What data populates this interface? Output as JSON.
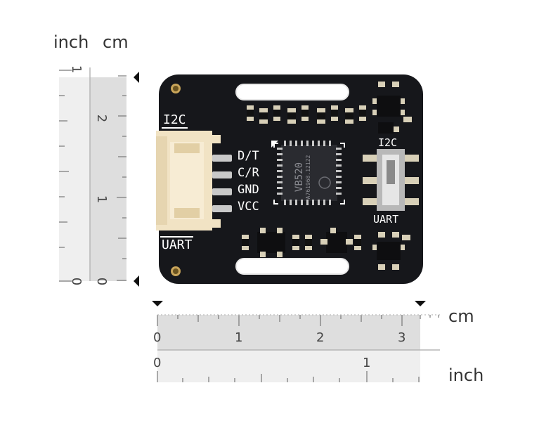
{
  "units": {
    "inch": "inch",
    "cm": "cm"
  },
  "left_ruler": {
    "inch_labels": [
      "1",
      "0"
    ],
    "cm_labels": [
      "2",
      "1",
      "0"
    ]
  },
  "bottom_ruler": {
    "cm_labels": [
      "0",
      "1",
      "2",
      "3"
    ],
    "inch_labels": [
      "0",
      "1"
    ]
  },
  "board": {
    "labels": {
      "i2c_left": "I2C",
      "uart_left": "UART",
      "i2c_switch": "I2C",
      "uart_switch": "UART",
      "chip_name": "VB520",
      "chip_code": "A761968.12122"
    },
    "pins": [
      "D/T",
      "C/R",
      "GND",
      "VCC"
    ]
  },
  "colors": {
    "pcb": "#16171b",
    "ruler_shade": "#dedede",
    "ruler_light": "#efefef",
    "connector": "#f1e3c4",
    "pad": "#d8d0b8"
  }
}
